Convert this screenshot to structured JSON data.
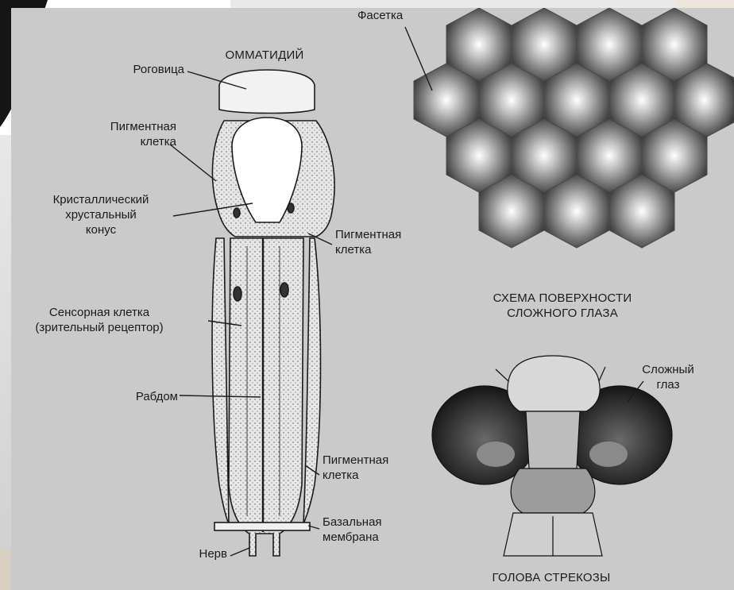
{
  "titles": {
    "ommatidium": "ОММАТИДИЙ",
    "surface": "СХЕМА ПОВЕРХНОСТИ\nСЛОЖНОГО ГЛАЗА",
    "dragonfly": "ГОЛОВА СТРЕКОЗЫ"
  },
  "labels": {
    "cornea": "Роговица",
    "pigment_cell_1": "Пигментная\nклетка",
    "crystal_cone": "Кристаллический\nхрустальный\nконус",
    "pigment_cell_2": "Пигментная\nклетка",
    "sensory_cell": "Сенсорная клетка\n(зрительный рецептор)",
    "rhabdom": "Рабдом",
    "pigment_cell_3": "Пигментная\nклетка",
    "basal_membrane": "Базальная\nмембрана",
    "nerve": "Нерв",
    "facet": "Фасетка",
    "compound_eye": "Сложный\nглаз"
  },
  "colors": {
    "panel": "#cacaca",
    "line": "#1b1b1b"
  }
}
